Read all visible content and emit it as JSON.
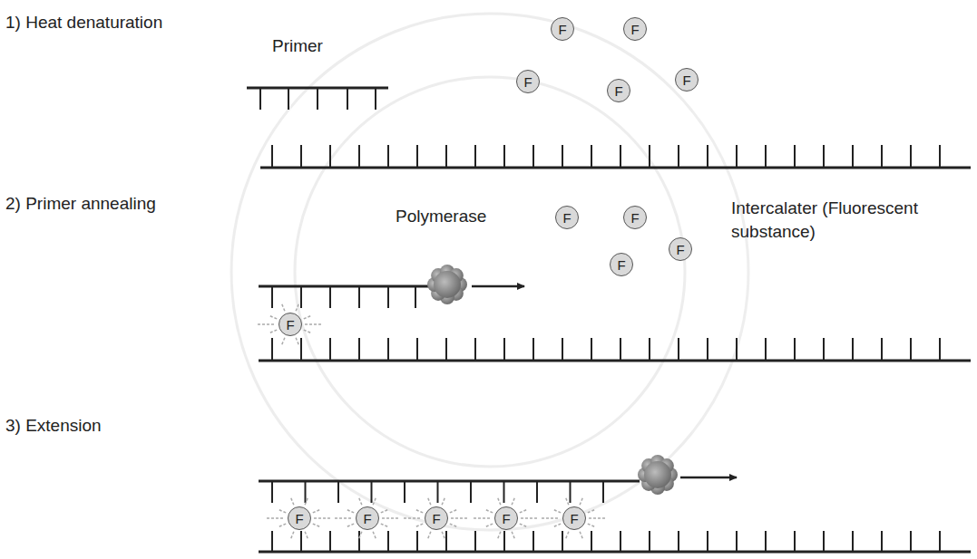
{
  "diagram": {
    "nodes": [
      {
        "text": [
          "F"
        ]
      },
      {
        "text": [
          "F"
        ]
      },
      {
        "text": [
          "F"
        ]
      },
      {
        "text": [
          "F"
        ]
      },
      {
        "text": [
          "F"
        ]
      },
      {
        "text": [
          "F"
        ]
      },
      {
        "text": [
          "F"
        ]
      },
      {
        "text": [
          "F"
        ]
      },
      {
        "text": [
          "F"
        ]
      },
      {
        "text": [
          "F"
        ]
      },
      {
        "text": [
          "F"
        ]
      },
      {
        "text": [
          "F"
        ]
      },
      {
        "text": [
          "F"
        ]
      },
      {
        "text": [
          "F"
        ]
      },
      {
        "text": [
          "F"
        ]
      }
    ],
    "labels": [
      "1) Heat denaturation",
      "Primer",
      "2) Primer annealing",
      "Polymerase",
      "Intercalater (Fluorescent substance)",
      "3) Extension"
    ]
  }
}
